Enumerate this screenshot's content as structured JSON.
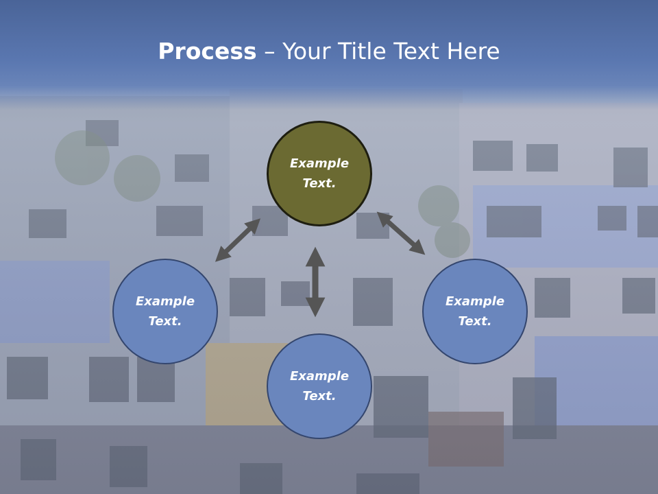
{
  "title": {
    "strong": "Process",
    "dash": " – ",
    "rest": "Your Title Text Here"
  },
  "nodes": {
    "top": "Example Text.",
    "left": "Example Text.",
    "right": "Example Text.",
    "bottom": "Example Text."
  },
  "colors": {
    "header_blue": "#4a6498",
    "node_blue": "#6a86bd",
    "node_olive": "#6b6a32",
    "arrow_gray": "#555555"
  }
}
